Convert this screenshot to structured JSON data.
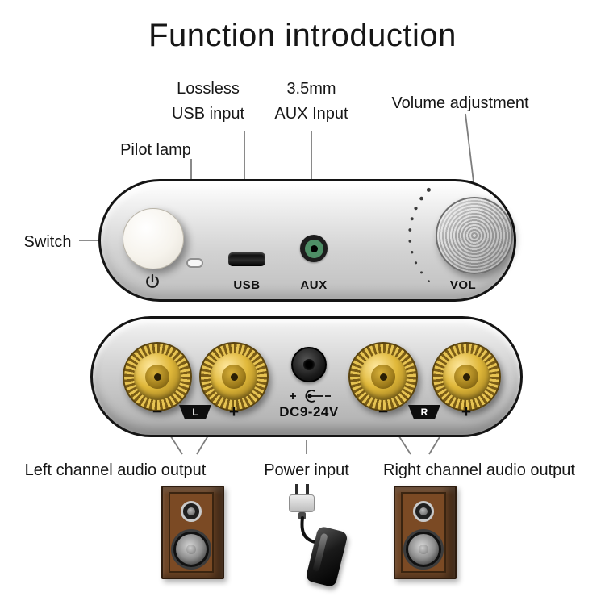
{
  "title": "Function introduction",
  "callouts": {
    "usb": {
      "line1": "Lossless",
      "line2": "USB input"
    },
    "aux": {
      "line1": "3.5mm",
      "line2": "AUX Input"
    },
    "volume": "Volume adjustment",
    "pilot": "Pilot lamp",
    "switch": "Switch",
    "left_output": "Left channel audio output",
    "power_input": "Power input",
    "right_output": "Right channel audio output"
  },
  "front_panel": {
    "usb_label": "USB",
    "aux_label": "AUX",
    "vol_label": "VOL"
  },
  "back_panel": {
    "dc_label": "DC9-24V",
    "left_minus": "−",
    "left_channel": "L",
    "left_plus": "+",
    "right_minus": "−",
    "right_channel": "R",
    "right_plus": "+"
  },
  "icons": {
    "power": "power-symbol",
    "dc_polarity": "center-positive-polarity"
  },
  "colors": {
    "panel_silver": "#d2d2d2",
    "post_gold": "#d4a92c",
    "aux_ring_green": "#4e8e66",
    "line_gray": "#7d7d7d"
  }
}
